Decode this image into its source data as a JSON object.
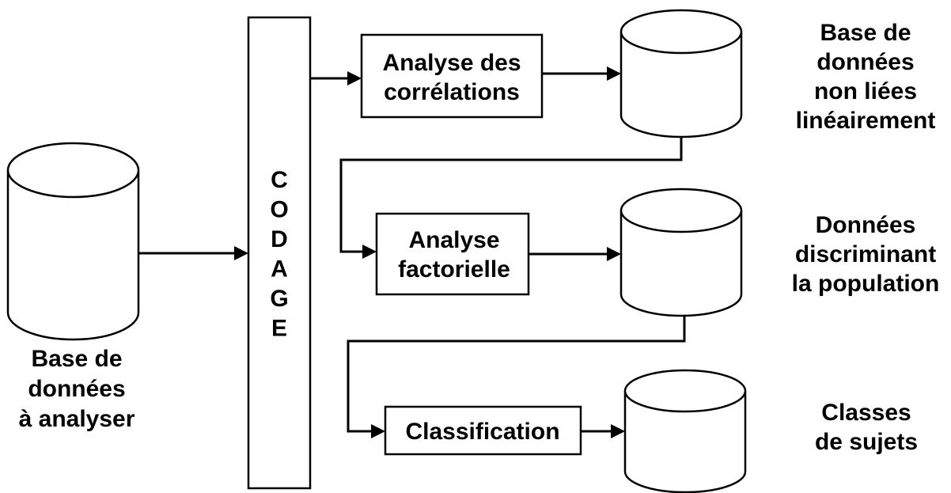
{
  "nodes": {
    "input_db": {
      "label": [
        "Base de",
        "données",
        "à analyser"
      ]
    },
    "coding": {
      "label": "CODAGE"
    },
    "correlation": {
      "label": [
        "Analyse des",
        "corrélations"
      ]
    },
    "factorial": {
      "label": [
        "Analyse",
        "factorielle"
      ]
    },
    "classification": {
      "label": "Classification"
    },
    "db_unlinked": {
      "label": [
        "Base de",
        "données",
        "non liées",
        "linéairement"
      ]
    },
    "db_discriminant": {
      "label": [
        "Données",
        "discriminant",
        "la population"
      ]
    },
    "db_classes": {
      "label": [
        "Classes",
        "de sujets"
      ]
    }
  },
  "edges": [
    {
      "from": "input_db",
      "to": "coding"
    },
    {
      "from": "coding",
      "to": "correlation"
    },
    {
      "from": "correlation",
      "to": "db_unlinked"
    },
    {
      "from": "db_unlinked",
      "to": "factorial"
    },
    {
      "from": "factorial",
      "to": "db_discriminant"
    },
    {
      "from": "db_discriminant",
      "to": "classification"
    },
    {
      "from": "classification",
      "to": "db_classes"
    }
  ]
}
